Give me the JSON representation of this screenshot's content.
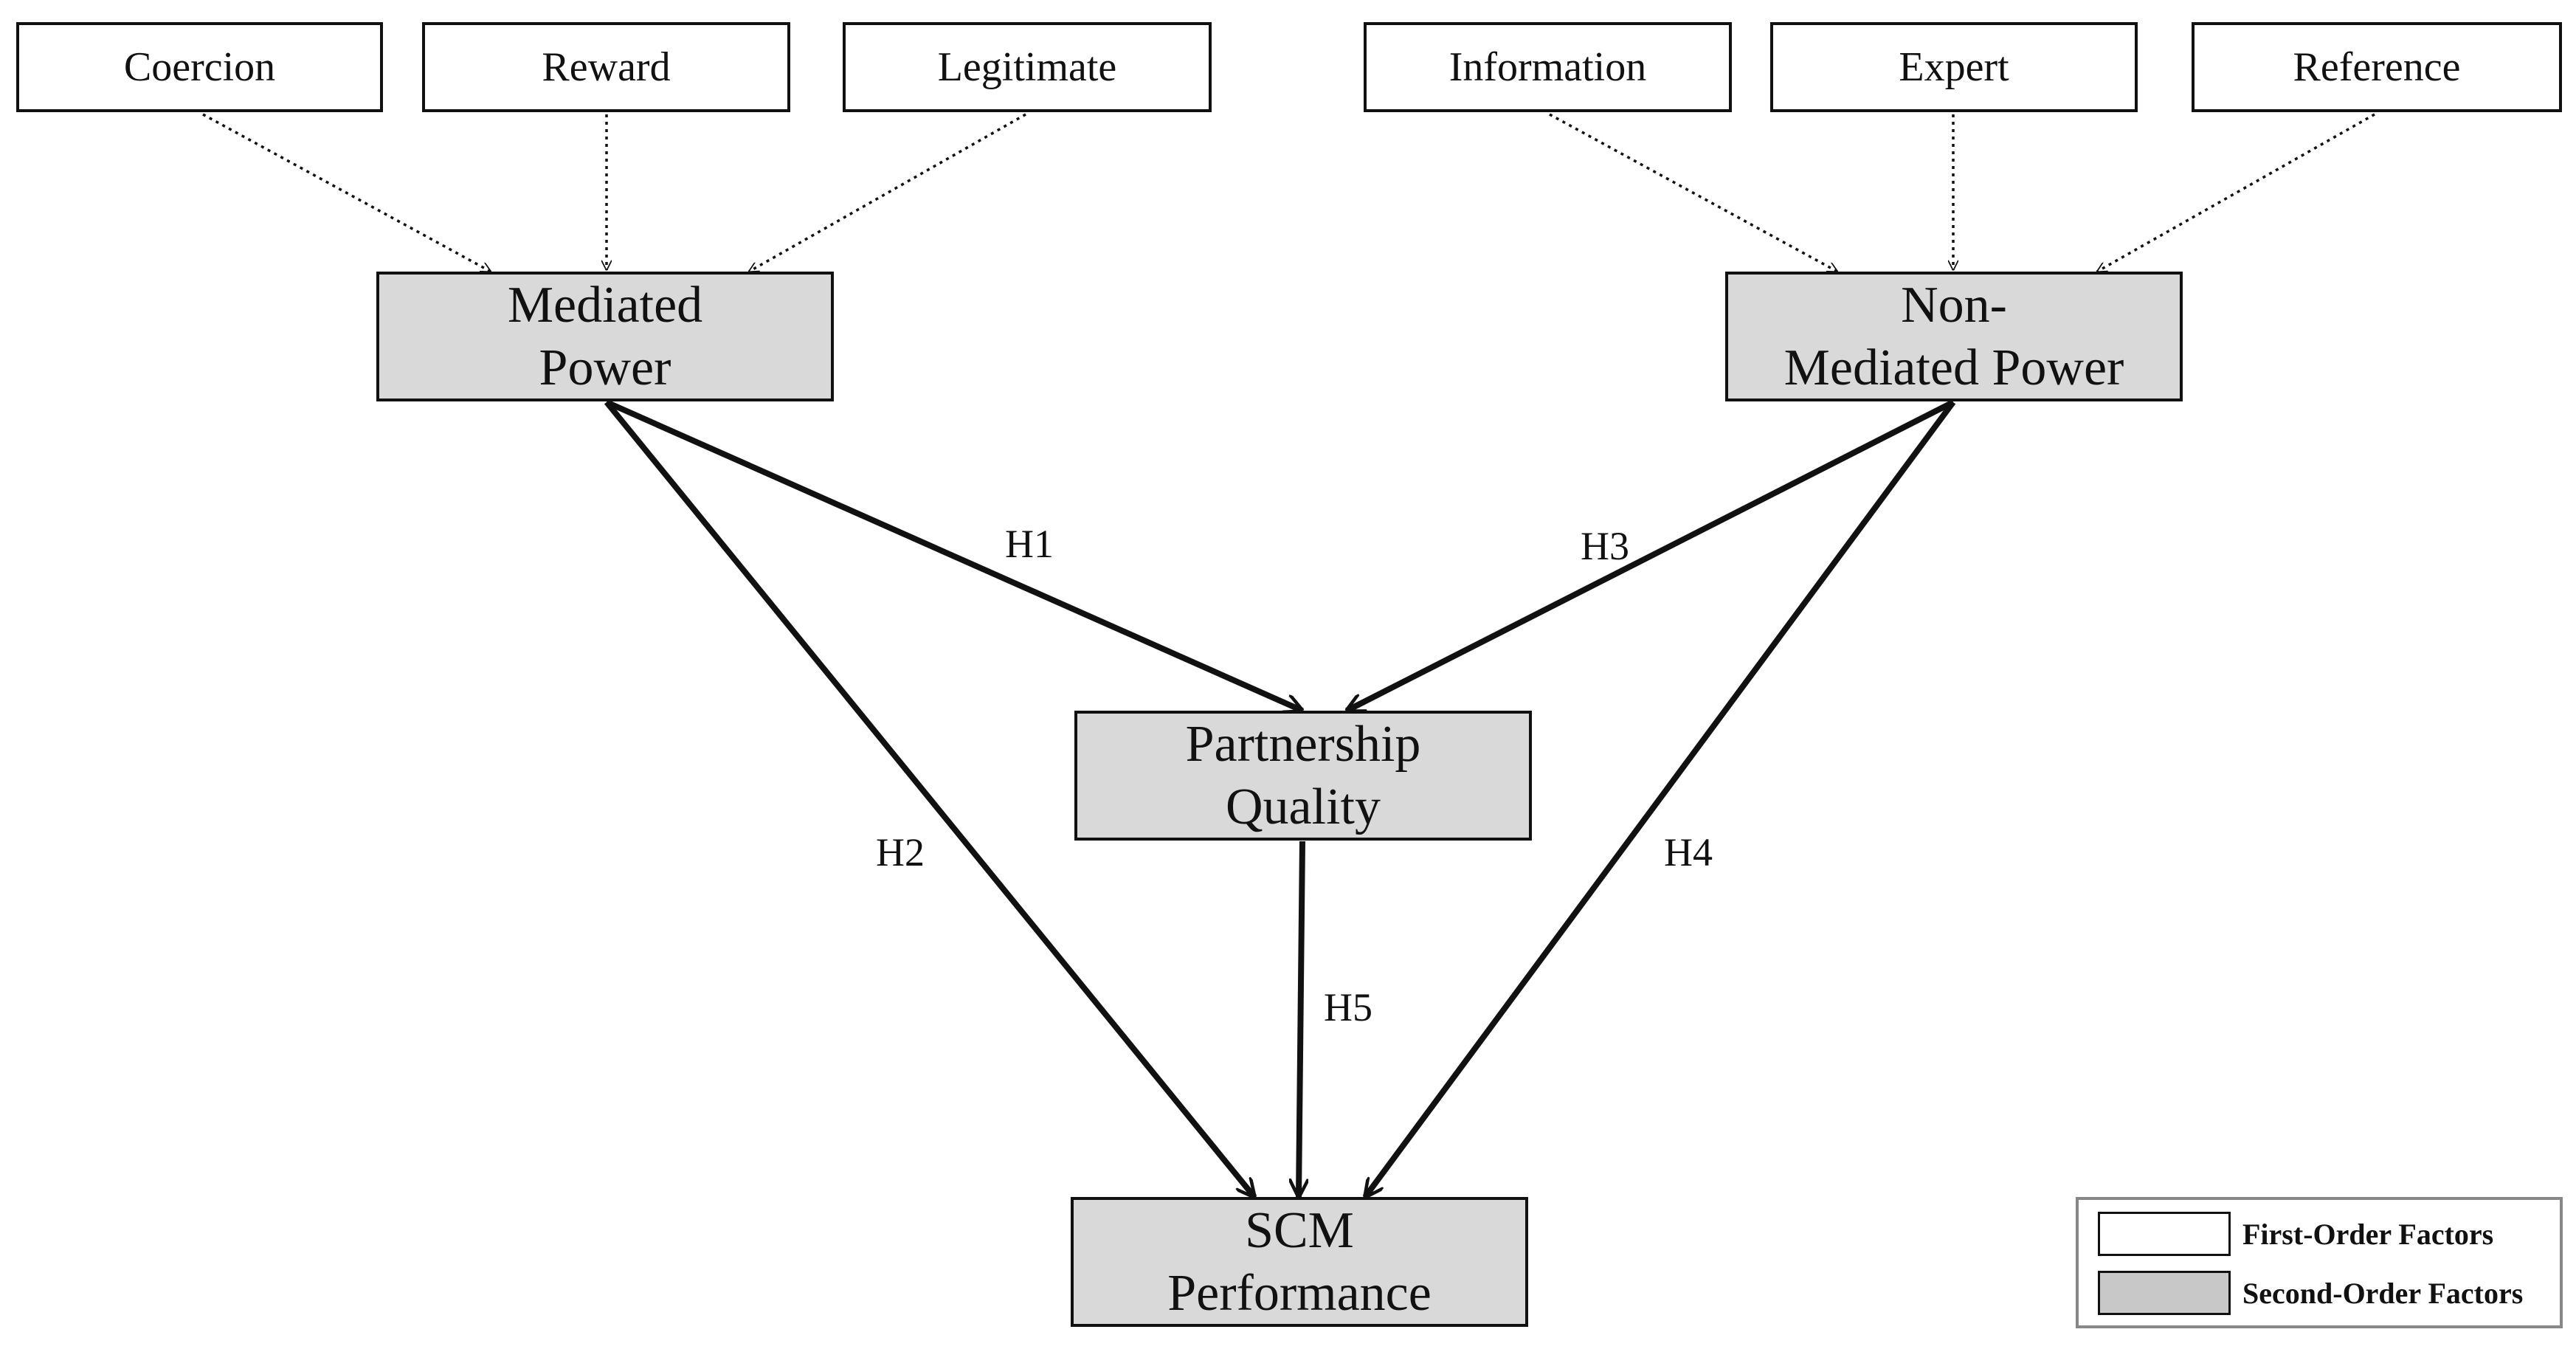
{
  "first_order": {
    "coercion": "Coercion",
    "reward": "Reward",
    "legitimate": "Legitimate",
    "information": "Information",
    "expert": "Expert",
    "reference": "Reference"
  },
  "second_order": {
    "mediated_power": "Mediated\nPower",
    "non_mediated_power": "Non-\nMediated Power",
    "partnership_quality": "Partnership\nQuality",
    "scm_performance": "SCM\nPerformance"
  },
  "hypotheses": {
    "h1": "H1",
    "h2": "H2",
    "h3": "H3",
    "h4": "H4",
    "h5": "H5"
  },
  "legend": {
    "first_order_label": "First-Order Factors",
    "second_order_label": "Second-Order Factors"
  },
  "colors": {
    "first_order_fill": "#ffffff",
    "second_order_fill": "#d9d9d9",
    "stroke": "#111111"
  }
}
